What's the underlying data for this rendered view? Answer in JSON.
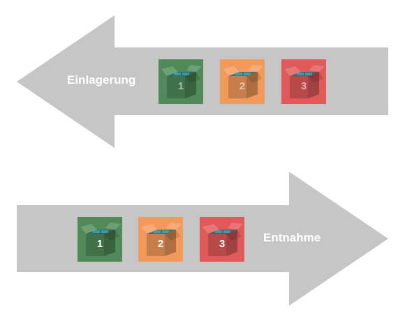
{
  "arrows": {
    "top": {
      "label": "Einlagerung",
      "direction": "left"
    },
    "bottom": {
      "label": "Entnahme",
      "direction": "right"
    }
  },
  "colors": {
    "arrow": "#c6c6c6",
    "box1": "#4f8a58",
    "box2": "#f29a5c",
    "box3": "#e05a5a"
  },
  "top_boxes": [
    {
      "number": "1",
      "color": "box1",
      "icon": "open-box-icon"
    },
    {
      "number": "2",
      "color": "box2",
      "icon": "open-box-icon"
    },
    {
      "number": "3",
      "color": "box3",
      "icon": "open-box-icon"
    }
  ],
  "bottom_boxes": [
    {
      "number": "1",
      "color": "box1",
      "icon": "open-box-icon"
    },
    {
      "number": "2",
      "color": "box2",
      "icon": "open-box-icon"
    },
    {
      "number": "3",
      "color": "box3",
      "icon": "open-box-icon"
    }
  ]
}
